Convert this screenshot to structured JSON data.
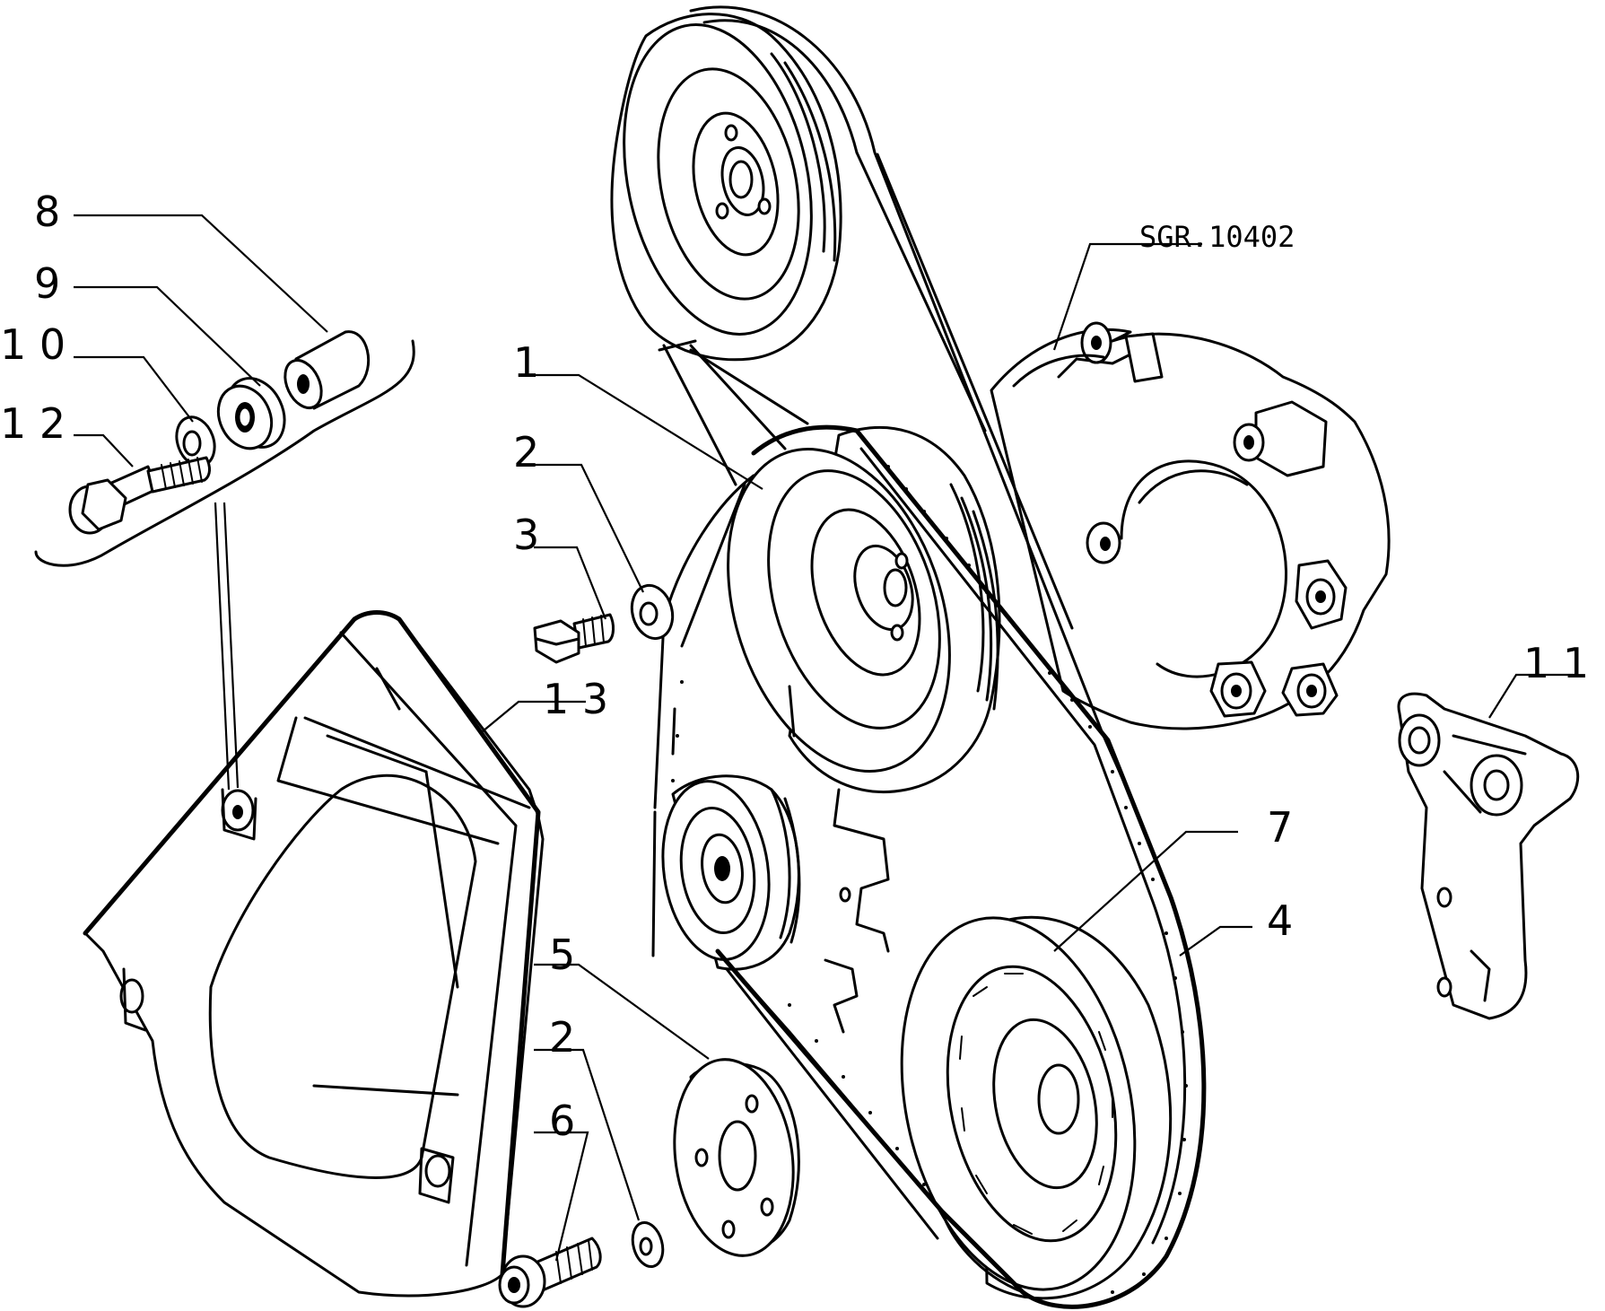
{
  "drawing": {
    "reference": "SGR.10402",
    "callouts": [
      {
        "id": "c8",
        "text": "8"
      },
      {
        "id": "c9",
        "text": "9"
      },
      {
        "id": "c10",
        "text": "1 0"
      },
      {
        "id": "c12",
        "text": "1 2"
      },
      {
        "id": "c1",
        "text": "1"
      },
      {
        "id": "c2a",
        "text": "2"
      },
      {
        "id": "c3",
        "text": "3"
      },
      {
        "id": "c13",
        "text": "1 3"
      },
      {
        "id": "c11",
        "text": "1 1"
      },
      {
        "id": "c7",
        "text": "7"
      },
      {
        "id": "c4",
        "text": "4"
      },
      {
        "id": "c5",
        "text": "5"
      },
      {
        "id": "c2b",
        "text": "2"
      },
      {
        "id": "c6",
        "text": "6"
      }
    ]
  }
}
